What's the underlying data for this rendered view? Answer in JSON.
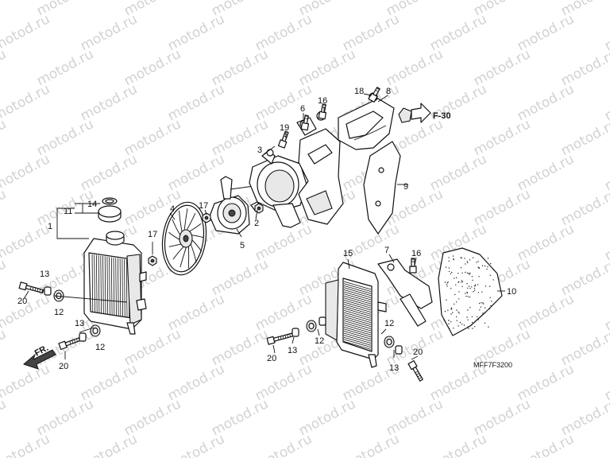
{
  "watermark": {
    "text": "motod.ru"
  },
  "callouts": [
    {
      "id": "c1",
      "text": "1"
    },
    {
      "id": "c11",
      "text": "11"
    },
    {
      "id": "c14",
      "text": "14"
    },
    {
      "id": "c20a",
      "text": "20"
    },
    {
      "id": "c13a",
      "text": "13"
    },
    {
      "id": "c12a",
      "text": "12"
    },
    {
      "id": "c13b",
      "text": "13"
    },
    {
      "id": "c12b",
      "text": "12"
    },
    {
      "id": "c20b",
      "text": "20"
    },
    {
      "id": "c4",
      "text": "4"
    },
    {
      "id": "c17a",
      "text": "17"
    },
    {
      "id": "c17b",
      "text": "17"
    },
    {
      "id": "c2",
      "text": "2"
    },
    {
      "id": "c5",
      "text": "5"
    },
    {
      "id": "c3",
      "text": "3"
    },
    {
      "id": "c19",
      "text": "19"
    },
    {
      "id": "c6",
      "text": "6"
    },
    {
      "id": "c16a",
      "text": "16"
    },
    {
      "id": "c18",
      "text": "18"
    },
    {
      "id": "c8",
      "text": "8"
    },
    {
      "id": "c9",
      "text": "9"
    },
    {
      "id": "c15",
      "text": "15"
    },
    {
      "id": "c7",
      "text": "7"
    },
    {
      "id": "c16b",
      "text": "16"
    },
    {
      "id": "c10",
      "text": "10"
    },
    {
      "id": "c20c",
      "text": "20"
    },
    {
      "id": "c13c",
      "text": "13"
    },
    {
      "id": "c12c",
      "text": "12"
    },
    {
      "id": "c12d",
      "text": "12"
    },
    {
      "id": "c20d",
      "text": "20"
    },
    {
      "id": "c13d",
      "text": "13"
    }
  ],
  "reference": {
    "text": "F-30"
  },
  "front_marker": {
    "text": "FR."
  },
  "diagram_code": {
    "text": "MFF7F3200"
  }
}
